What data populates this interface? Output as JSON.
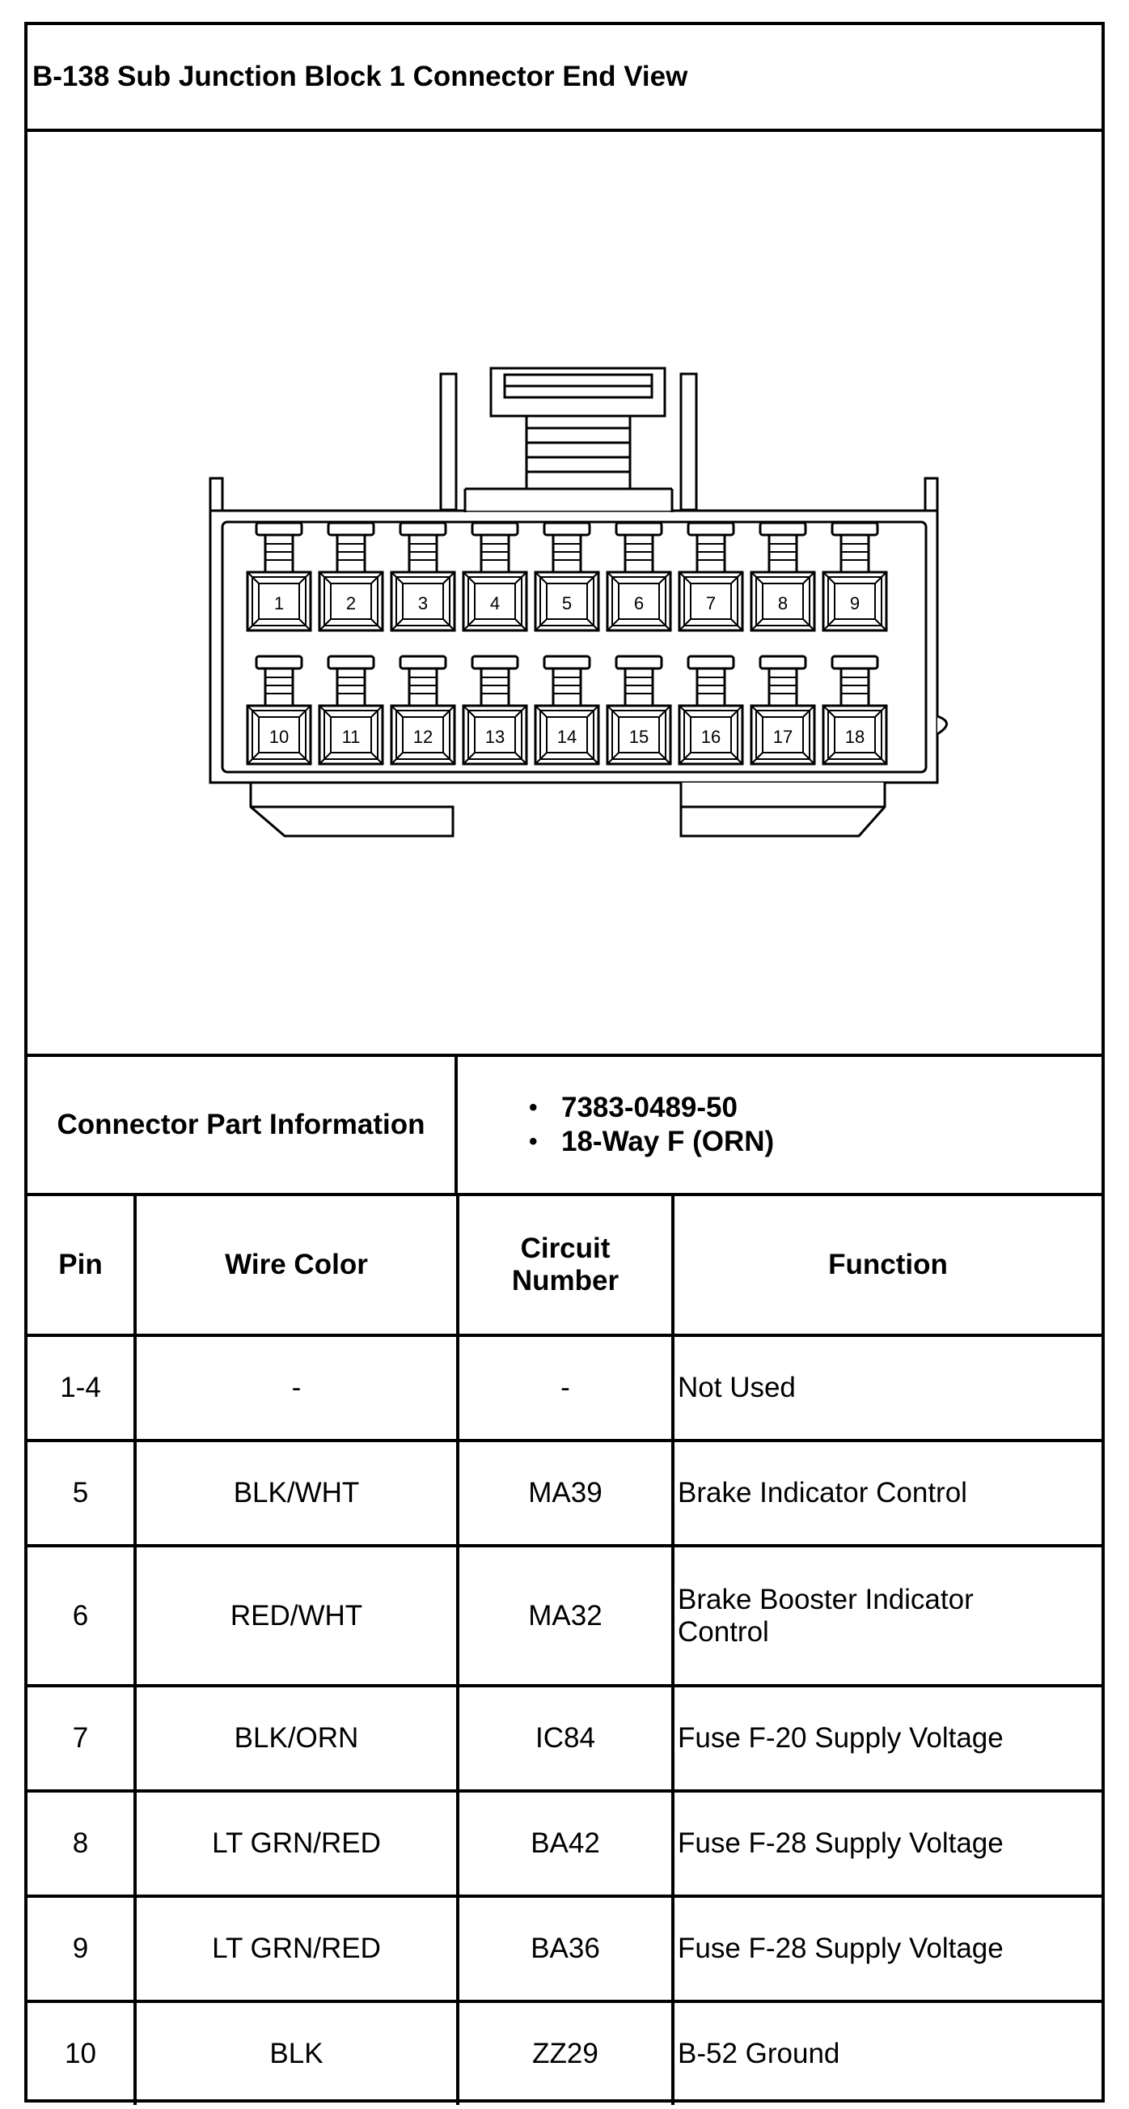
{
  "title": "B-138 Sub Junction Block 1 Connector End View",
  "connector_part_information": {
    "label": "Connector Part Information",
    "items": [
      "7383-0489-50",
      "18-Way F (ORN)"
    ]
  },
  "diagram": {
    "pin_labels_top": [
      "1",
      "2",
      "3",
      "4",
      "5",
      "6",
      "7",
      "8",
      "9"
    ],
    "pin_labels_bottom": [
      "10",
      "11",
      "12",
      "13",
      "14",
      "15",
      "16",
      "17",
      "18"
    ]
  },
  "table": {
    "headers": {
      "pin": "Pin",
      "wire_color": "Wire Color",
      "circuit_number_line1": "Circuit",
      "circuit_number_line2": "Number",
      "function": "Function"
    },
    "rows": [
      {
        "pin": "1-4",
        "wire_color": "-",
        "circuit": "-",
        "function_line1": "Not Used",
        "function_line2": ""
      },
      {
        "pin": "5",
        "wire_color": "BLK/WHT",
        "circuit": "MA39",
        "function_line1": "Brake Indicator Control",
        "function_line2": ""
      },
      {
        "pin": "6",
        "wire_color": "RED/WHT",
        "circuit": "MA32",
        "function_line1": "Brake Booster Indicator",
        "function_line2": "Control"
      },
      {
        "pin": "7",
        "wire_color": "BLK/ORN",
        "circuit": "IC84",
        "function_line1": "Fuse F-20 Supply Voltage",
        "function_line2": ""
      },
      {
        "pin": "8",
        "wire_color": "LT GRN/RED",
        "circuit": "BA42",
        "function_line1": "Fuse F-28 Supply Voltage",
        "function_line2": ""
      },
      {
        "pin": "9",
        "wire_color": "LT GRN/RED",
        "circuit": "BA36",
        "function_line1": "Fuse F-28 Supply Voltage",
        "function_line2": ""
      },
      {
        "pin": "10",
        "wire_color": "BLK",
        "circuit": "ZZ29",
        "function_line1": "B-52 Ground",
        "function_line2": ""
      }
    ]
  }
}
